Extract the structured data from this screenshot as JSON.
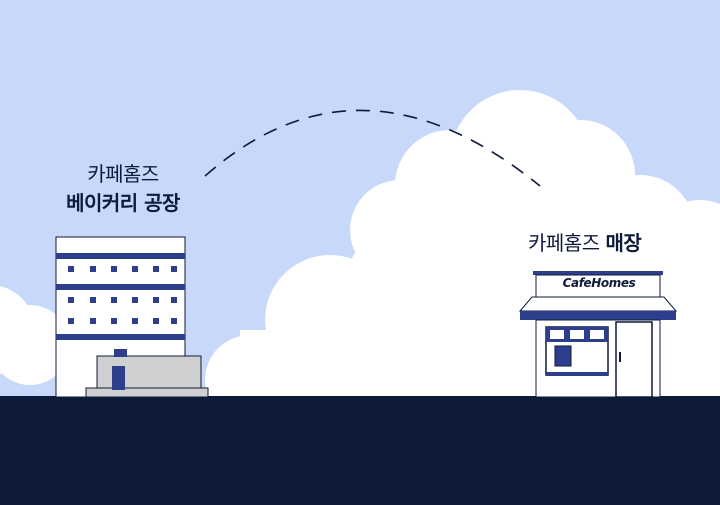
{
  "factory": {
    "label_line1": "카페홈즈",
    "label_line2": "베이커리 공장"
  },
  "store": {
    "label_regular": "카페홈즈",
    "label_bold": "매장",
    "sign": "CafeHomes"
  },
  "colors": {
    "sky": "#c7d8fb",
    "cloud": "#ffffff",
    "ground": "#0d1a3a",
    "navy": "#2d3e8c",
    "gray": "#d0d0d0"
  }
}
